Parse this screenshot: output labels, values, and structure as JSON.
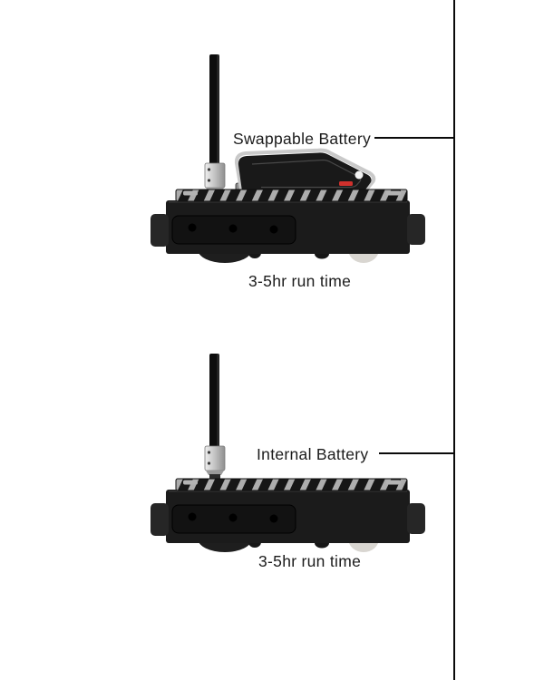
{
  "page": {
    "background": "#ffffff"
  },
  "divider": {
    "color": "#0a0a0a"
  },
  "figures": [
    {
      "id": "swappable",
      "label": "Swappable Battery",
      "caption": "3-5hr run time"
    },
    {
      "id": "internal",
      "label": "Internal Battery",
      "caption": "3-5hr run time"
    }
  ],
  "illustration_colors": {
    "chassis_black": "#1b1b1b",
    "deck_tread_highlight": "#adadad",
    "battery_body_black": "#191919",
    "battery_trim_silver": "#c9c9c9",
    "battery_indicator_red": "#d0312d",
    "battery_button_white": "#f2f2f2",
    "antenna_mount_silver": "#d6d6d6",
    "wheel_light_gray": "#d9d6d1"
  }
}
